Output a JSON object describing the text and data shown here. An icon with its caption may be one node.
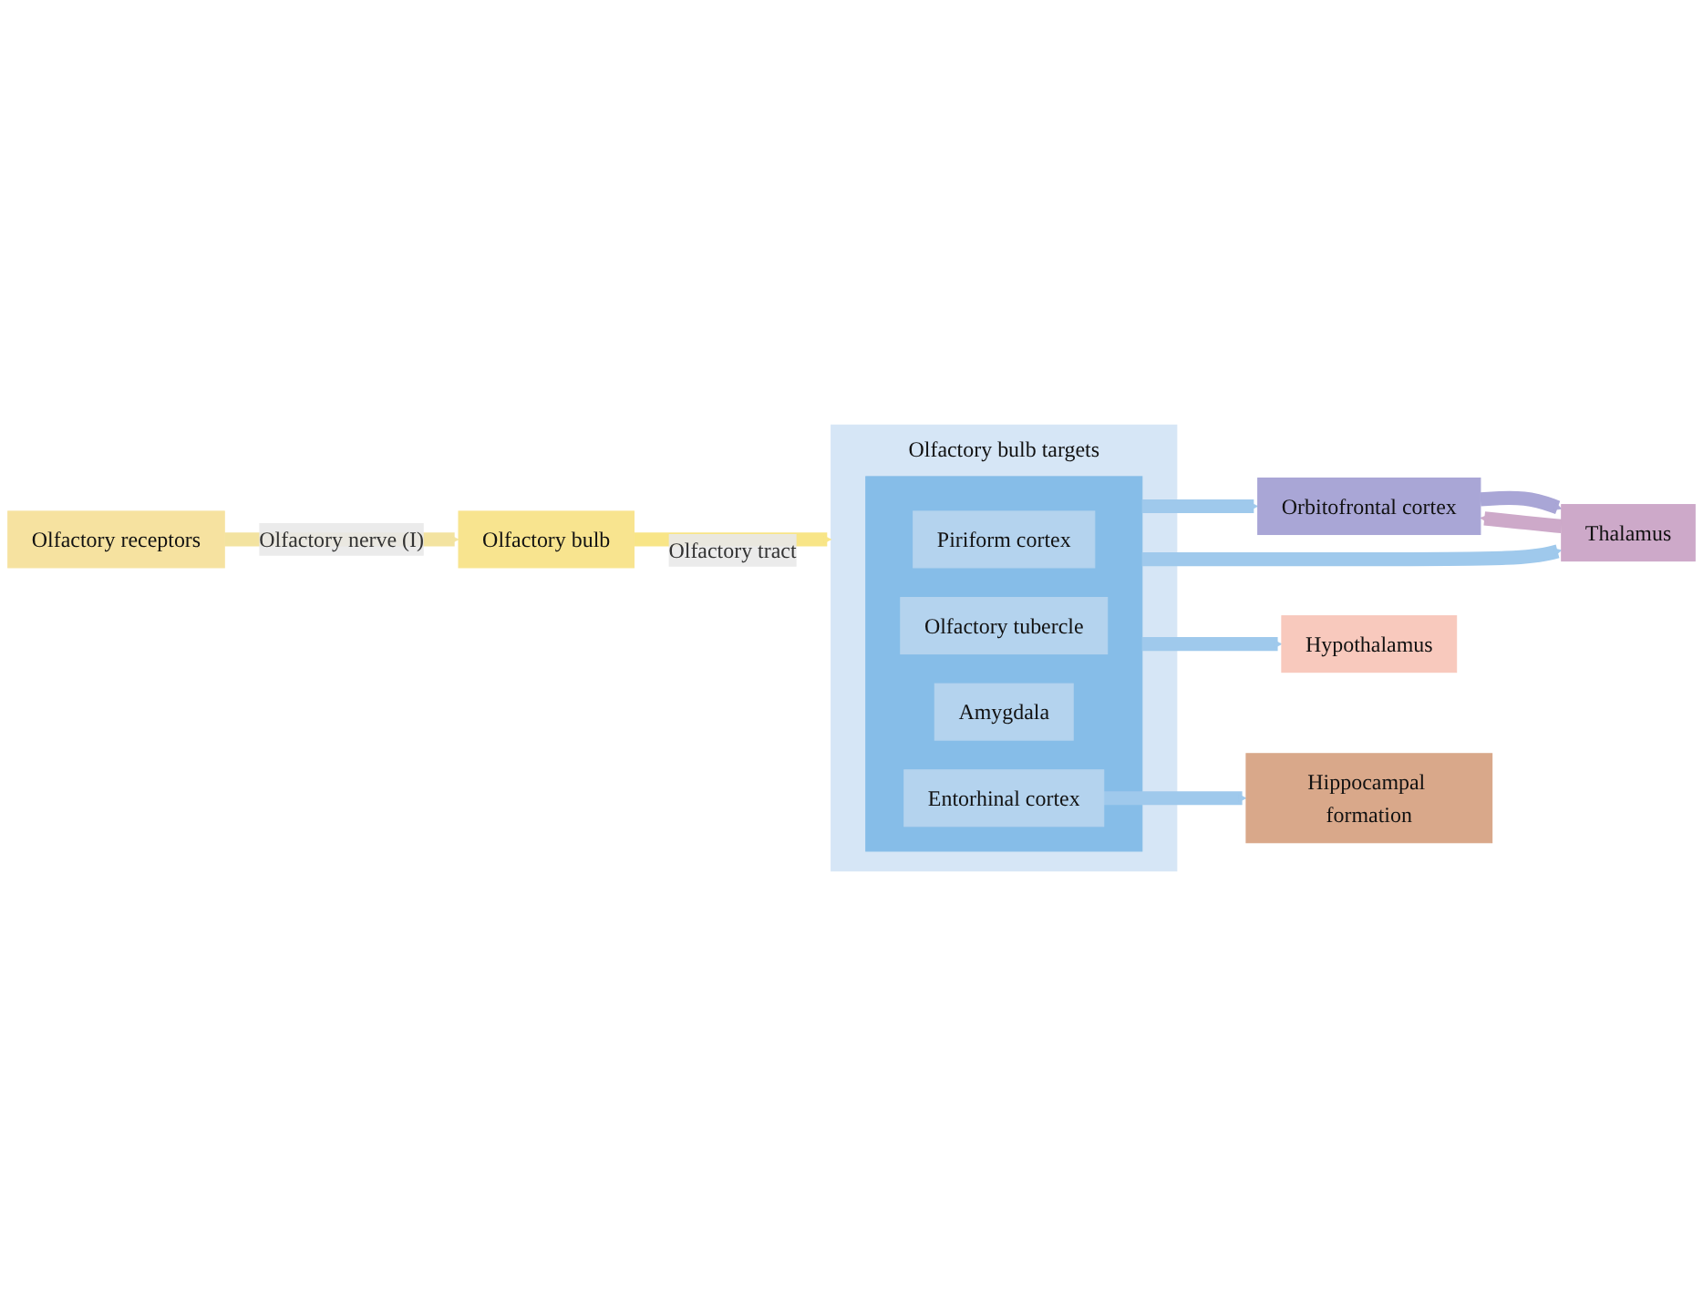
{
  "diagram": {
    "nodes": [
      {
        "text": [
          "Olfactory bulb"
        ]
      },
      {
        "text": [
          "Olfactory receptors"
        ]
      },
      {
        "text": [
          "Olfactory bulb targets"
        ]
      },
      {
        "text": [],
        "shape": "box",
        "in": 2
      },
      {
        "text": [
          "Piriform cortex"
        ],
        "in": 3
      },
      {
        "text": [
          "Olfactory tubercle"
        ],
        "in": 3
      },
      {
        "text": [
          "Amygdala"
        ],
        "in": 3
      },
      {
        "text": [
          "Entorhinal cortex"
        ],
        "in": 3
      },
      {
        "text": [
          "Orbitofrontal cortex"
        ]
      },
      {
        "text": [
          "Thalamus"
        ]
      },
      {
        "text": [
          "Hypothalamus"
        ]
      },
      {
        "text": [
          "Hippocampal formation"
        ]
      }
    ],
    "edges": [
      {
        "from": 1,
        "to": 0,
        "arrow": "to",
        "label": "Olfactory nerve (I)",
        "color": "#f3e3a0"
      },
      {
        "from": 0,
        "to": 2,
        "arrow": "to",
        "label": "Olfactory tract",
        "color": "#f8e587"
      },
      {
        "from": 3,
        "to": 8,
        "arrow": "to"
      },
      {
        "from": 3,
        "to": 9,
        "arrow": "to"
      },
      {
        "from": 3,
        "to": 10,
        "arrow": "to"
      },
      {
        "from": 7,
        "to": 11,
        "arrow": "to"
      },
      {
        "from": 8,
        "to": 9,
        "arrow": "to",
        "color": "#a9a6d6"
      },
      {
        "from": 9,
        "to": 8,
        "arrow": "to",
        "color": "#cda9c9"
      }
    ]
  }
}
